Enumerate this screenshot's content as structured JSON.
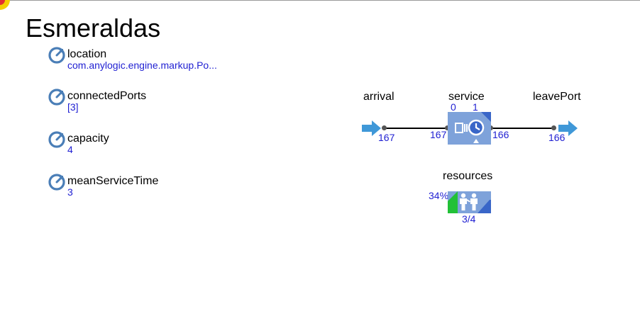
{
  "title": "Esmeraldas",
  "parameters": [
    {
      "name": "location",
      "value": "com.anylogic.engine.markup.Po..."
    },
    {
      "name": "connectedPorts",
      "value": "[3]"
    },
    {
      "name": "capacity",
      "value": "4"
    },
    {
      "name": "meanServiceTime",
      "value": "3"
    }
  ],
  "flowchart": {
    "arrival": {
      "label": "arrival",
      "count_out": "167"
    },
    "service": {
      "label": "service",
      "queue_count": "0",
      "delay_count": "1",
      "count_in": "167",
      "count_out": "166"
    },
    "leave": {
      "label": "leavePort",
      "count_in": "166"
    },
    "resources": {
      "label": "resources",
      "utilization": "34%",
      "usage": "3/4",
      "utilization_fraction": 0.34
    }
  },
  "colors": {
    "param_icon": "#4a7eb7",
    "value_text": "#1f1fd2",
    "block_fill": "#7ea2da",
    "block_corner": "#3966c8",
    "port_arrow": "#3f98d8",
    "utilization_green": "#22c137"
  }
}
